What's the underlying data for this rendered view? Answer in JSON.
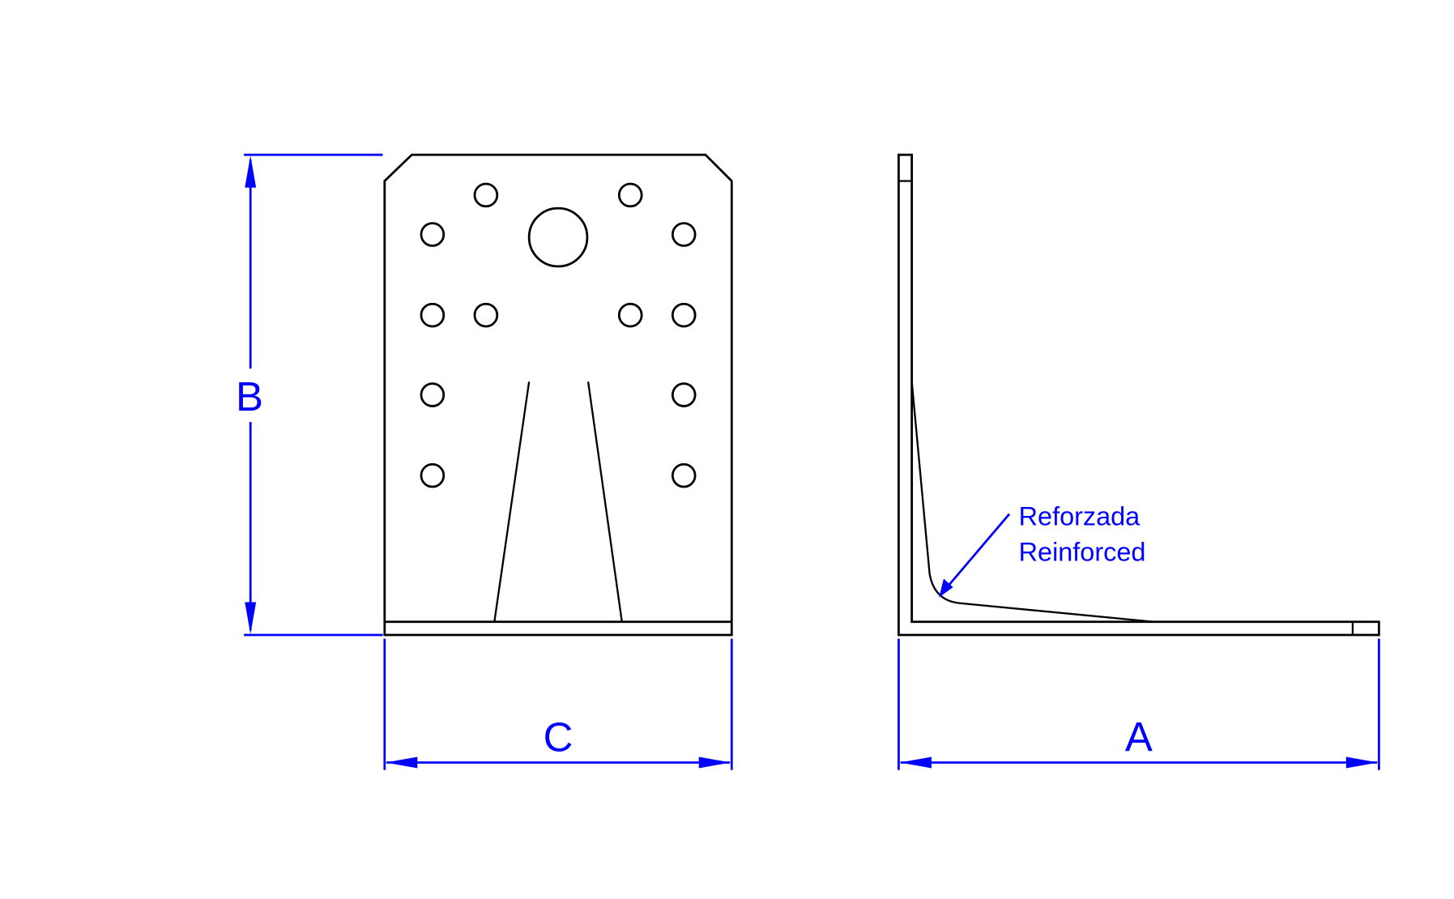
{
  "dimensions": {
    "height_label": "B",
    "width_label": "C",
    "length_label": "A"
  },
  "annotation": {
    "line1": "Reforzada",
    "line2": "Reinforced"
  },
  "colors": {
    "dimension": "#0000ff",
    "outline": "#000000"
  }
}
